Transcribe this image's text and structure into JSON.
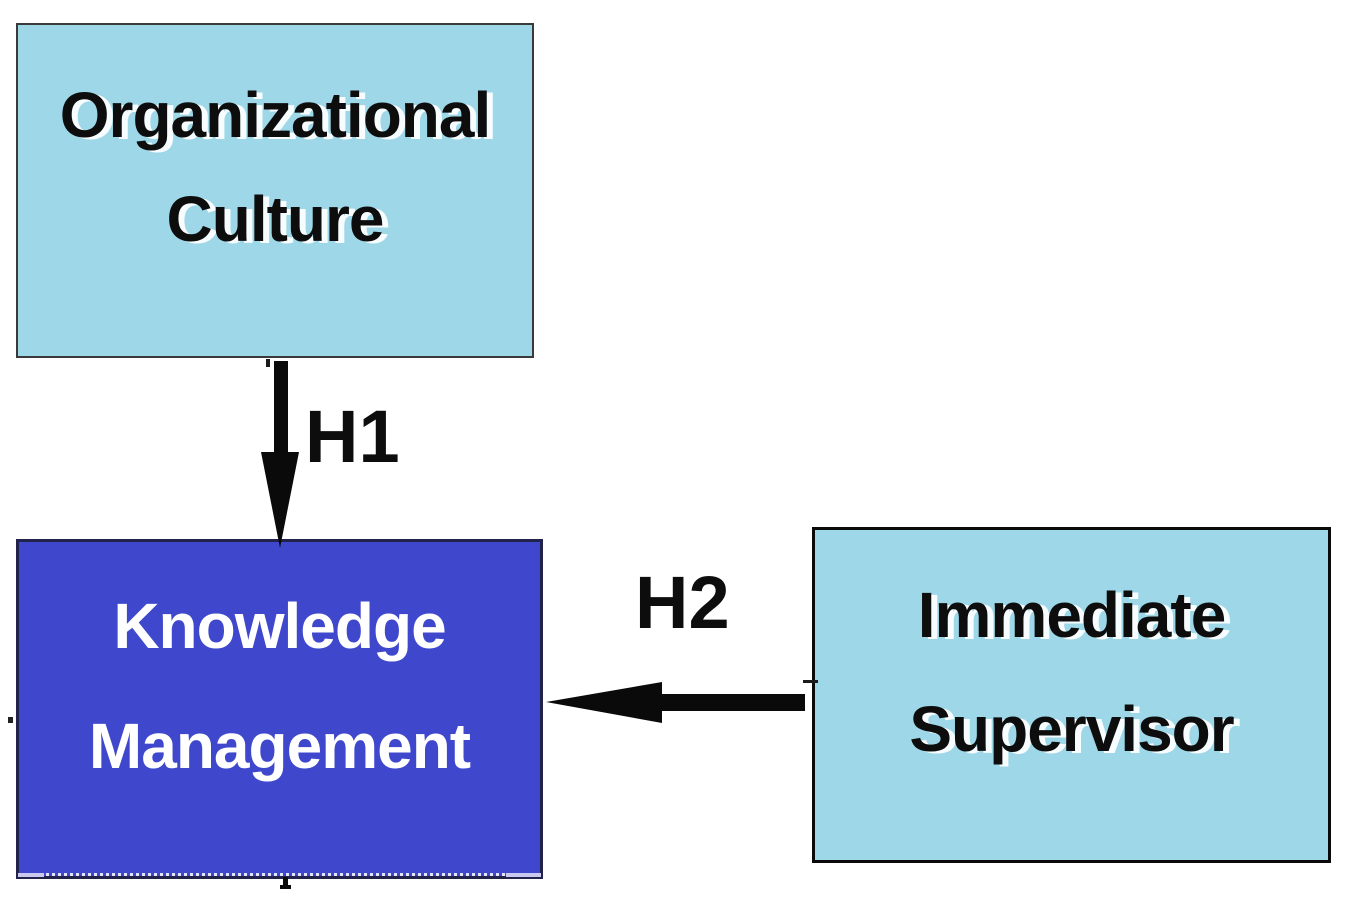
{
  "diagram": {
    "type": "hypothesis-model",
    "background_color": "#ffffff",
    "arrow_color": "#0a0a0a",
    "nodes": [
      {
        "id": "organizational-culture",
        "line1": "Organizational",
        "line2": "Culture",
        "fill": "#9dd7e8",
        "text_color": "#0d0d0d"
      },
      {
        "id": "knowledge-management",
        "line1": "Knowledge",
        "line2": "Management",
        "fill": "#3f48cc",
        "text_color": "#ffffff"
      },
      {
        "id": "immediate-supervisor",
        "line1": "Immediate",
        "line2": "Supervisor",
        "fill": "#9dd7e8",
        "text_color": "#0d0d0d"
      }
    ],
    "edges": [
      {
        "id": "H1",
        "label": "H1",
        "from": "Organizational Culture",
        "to": "Knowledge Management",
        "direction": "down"
      },
      {
        "id": "H2",
        "label": "H2",
        "from": "Immediate Supervisor",
        "to": "Knowledge Management",
        "direction": "left"
      }
    ]
  }
}
